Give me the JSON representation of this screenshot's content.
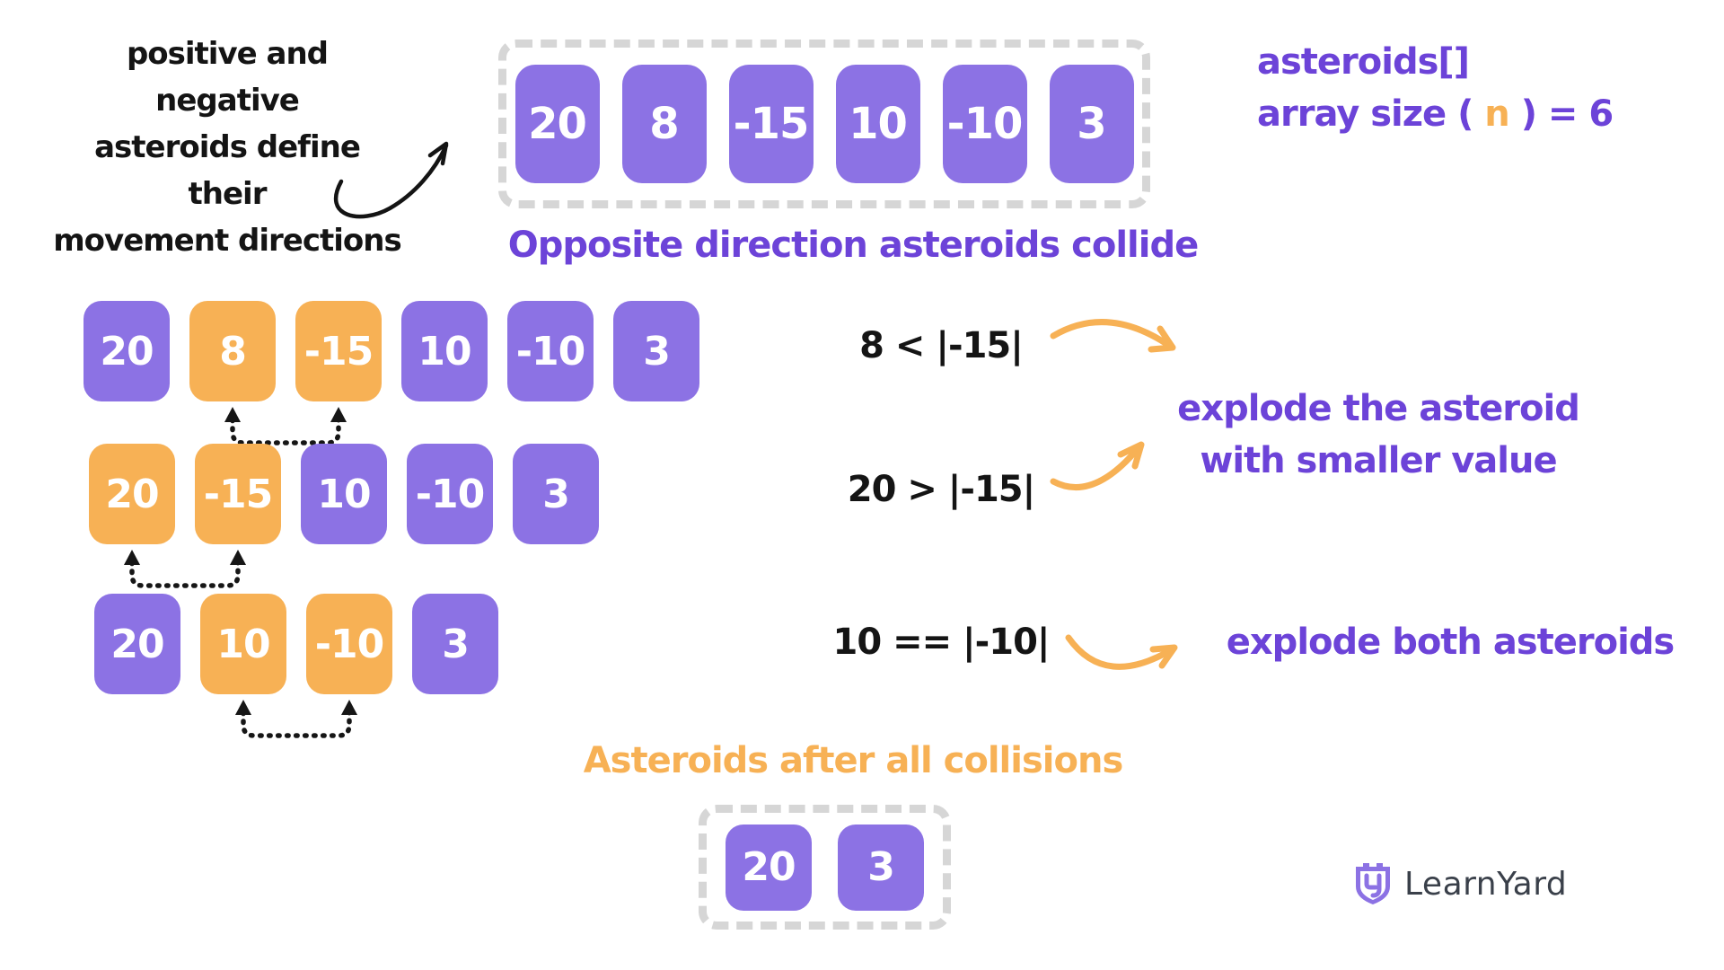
{
  "colors": {
    "purple_box": "#8C72E4",
    "orange_box": "#F7B155",
    "purple_text": "#6C43D8",
    "orange_text": "#F7B155",
    "black_text": "#141414",
    "dash_border": "#D6D6D6",
    "logo_text_color": "#3A404A"
  },
  "intro": {
    "lines": [
      "positive and negative",
      "asteroids define their",
      "movement directions"
    ]
  },
  "input_array": {
    "boxes": [
      {
        "value": "20",
        "color": "purple"
      },
      {
        "value": "8",
        "color": "purple"
      },
      {
        "value": "-15",
        "color": "purple"
      },
      {
        "value": "10",
        "color": "purple"
      },
      {
        "value": "-10",
        "color": "purple"
      },
      {
        "value": "3",
        "color": "purple"
      }
    ]
  },
  "labels": {
    "array_name": "asteroids[]",
    "array_size_prefix": "array size ( ",
    "array_size_n": "n",
    "array_size_suffix": " ) = 6",
    "collide_heading": "Opposite direction asteroids collide",
    "note_smaller_line1": "explode the asteroid",
    "note_smaller_line2": "with smaller value",
    "note_both": "explode both asteroids",
    "result_heading": "Asteroids after all collisions",
    "logo_text": "LearnYard"
  },
  "steps": [
    {
      "boxes": [
        {
          "value": "20",
          "color": "purple"
        },
        {
          "value": "8",
          "color": "orange"
        },
        {
          "value": "-15",
          "color": "orange"
        },
        {
          "value": "10",
          "color": "purple"
        },
        {
          "value": "-10",
          "color": "purple"
        },
        {
          "value": "3",
          "color": "purple"
        }
      ],
      "collide": [
        1,
        2
      ]
    },
    {
      "boxes": [
        {
          "value": "20",
          "color": "orange"
        },
        {
          "value": "-15",
          "color": "orange"
        },
        {
          "value": "10",
          "color": "purple"
        },
        {
          "value": "-10",
          "color": "purple"
        },
        {
          "value": "3",
          "color": "purple"
        }
      ],
      "collide": [
        0,
        1
      ]
    },
    {
      "boxes": [
        {
          "value": "20",
          "color": "purple"
        },
        {
          "value": "10",
          "color": "orange"
        },
        {
          "value": "-10",
          "color": "orange"
        },
        {
          "value": "3",
          "color": "purple"
        }
      ],
      "collide": [
        1,
        2
      ]
    }
  ],
  "comparisons": [
    "8 < |-15|",
    "20 > |-15|",
    "10 == |-10|"
  ],
  "result_array": {
    "boxes": [
      {
        "value": "20",
        "color": "purple"
      },
      {
        "value": "3",
        "color": "purple"
      }
    ]
  }
}
